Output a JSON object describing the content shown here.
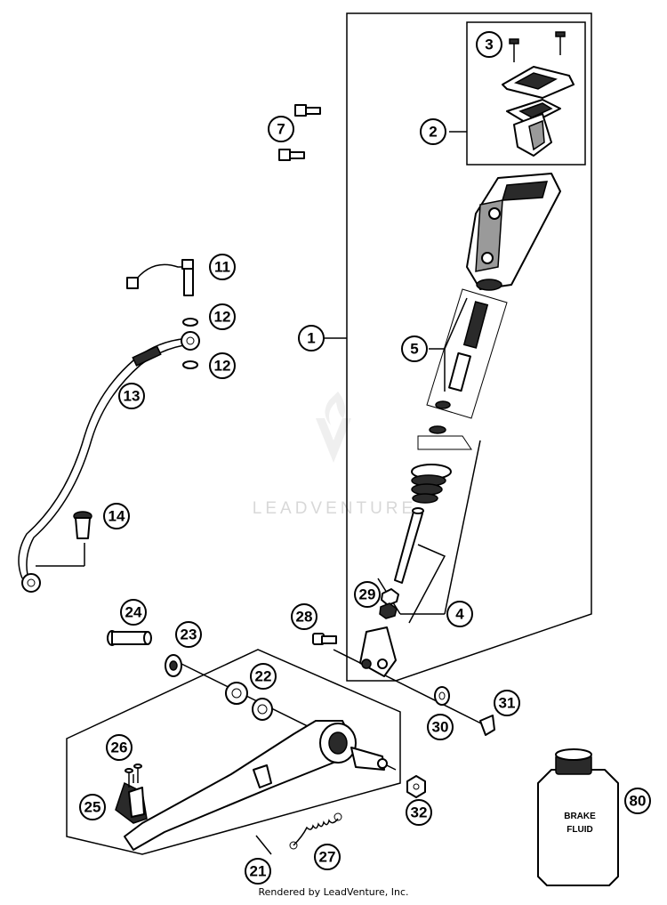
{
  "diagram": {
    "callouts": [
      "1",
      "2",
      "3",
      "4",
      "5",
      "7",
      "11",
      "12",
      "12",
      "13",
      "14",
      "21",
      "22",
      "23",
      "24",
      "25",
      "26",
      "27",
      "28",
      "29",
      "30",
      "31",
      "32",
      "80"
    ],
    "watermark": "LEADVENTURE",
    "bottle_label": [
      "BRAKE",
      "FLUID"
    ],
    "footer": "Rendered by LeadVenture, Inc."
  }
}
